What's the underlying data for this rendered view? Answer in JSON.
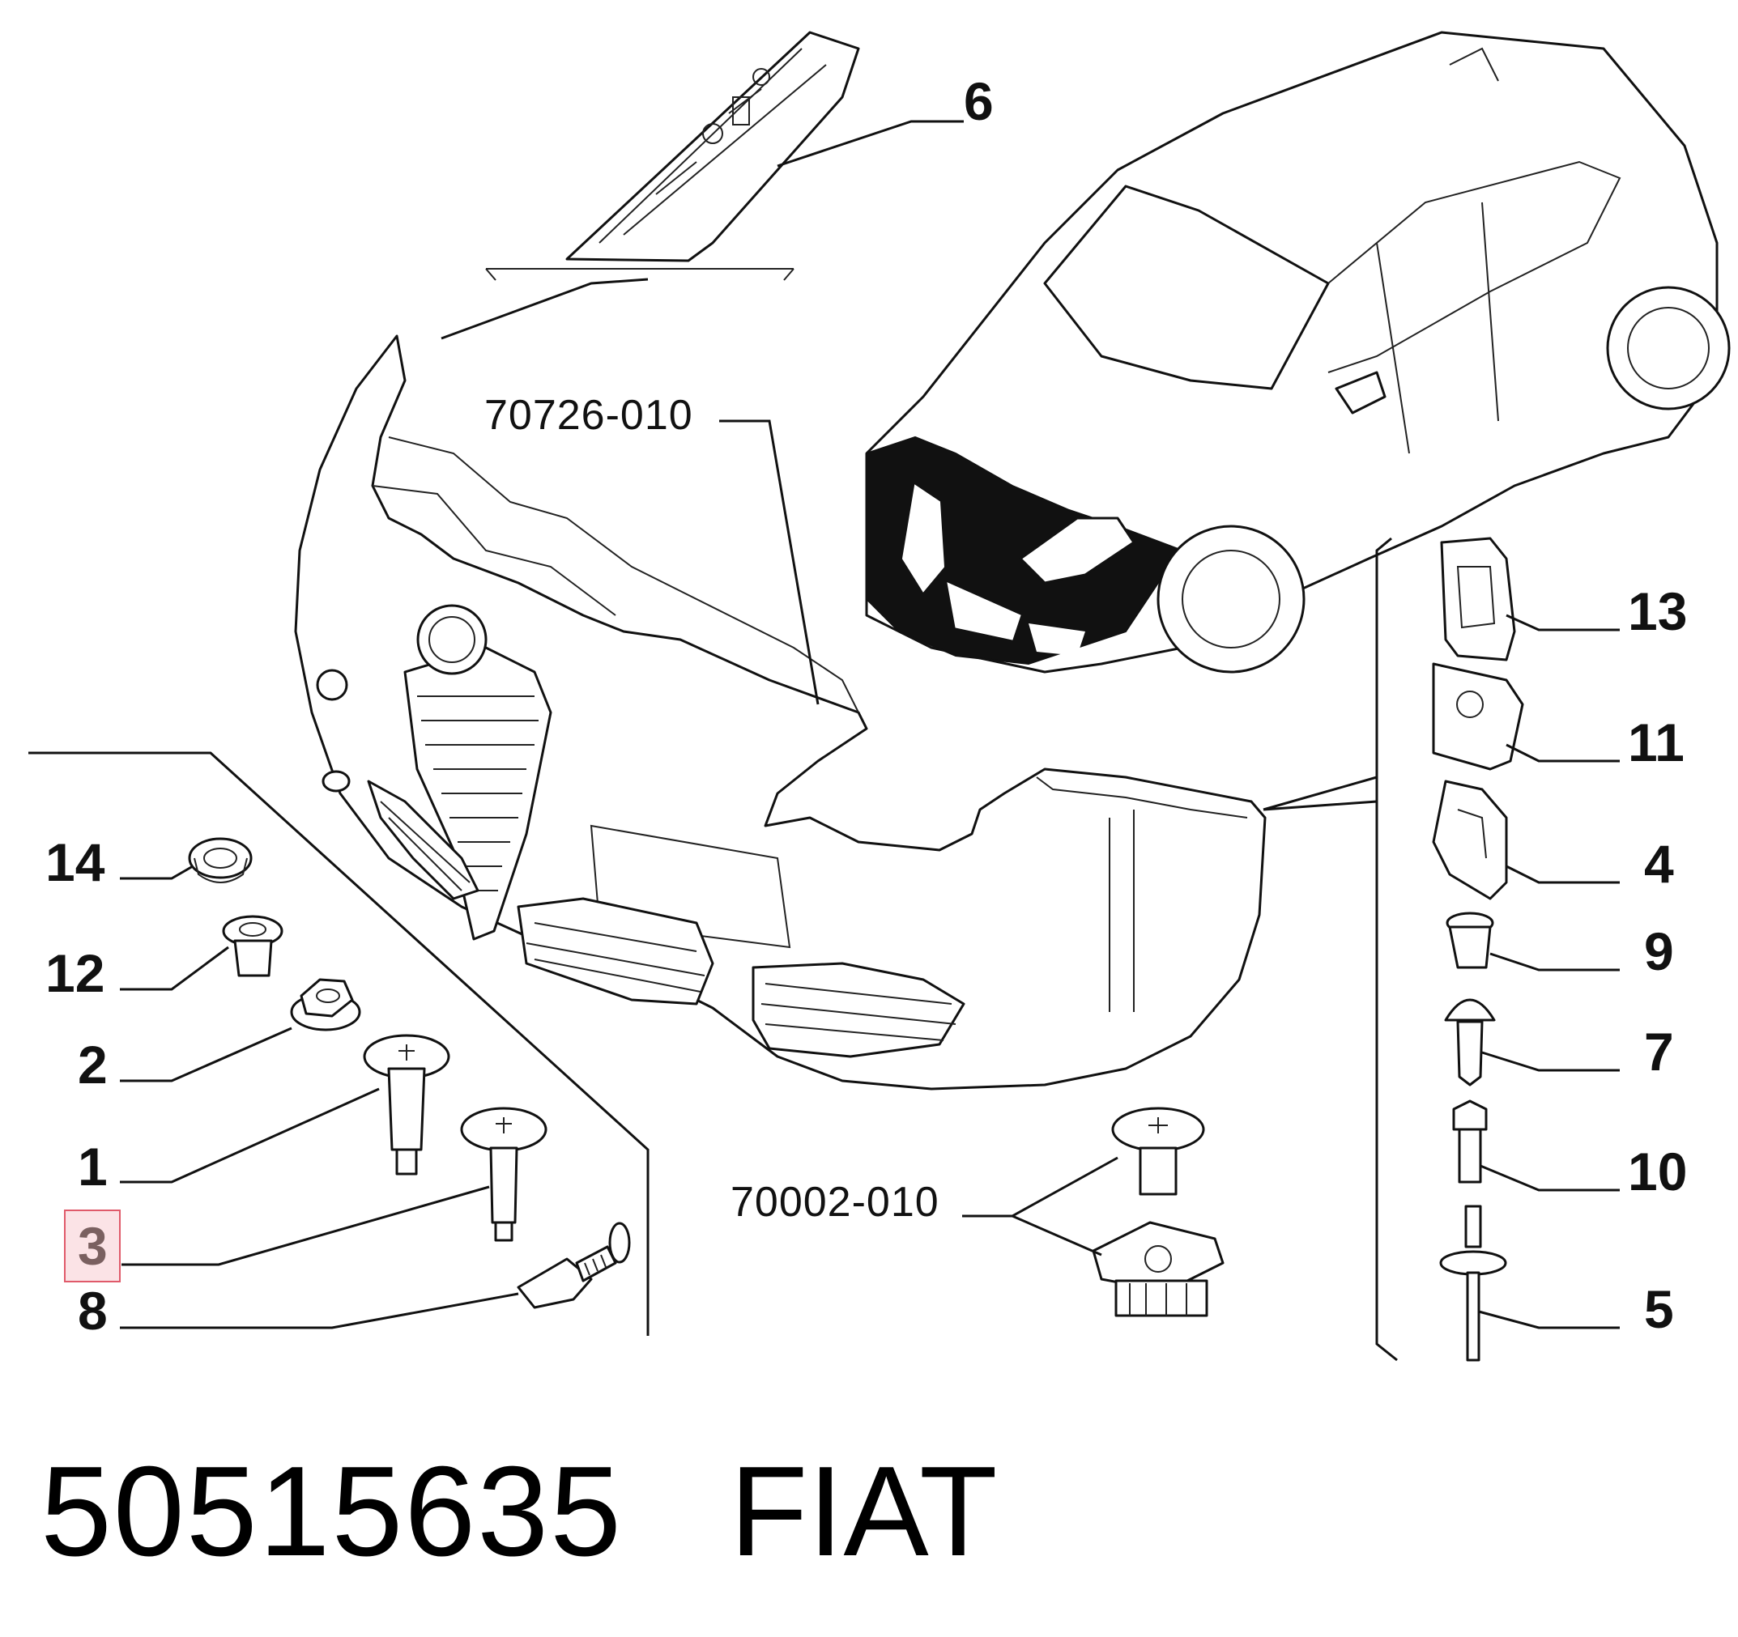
{
  "callouts": {
    "c6": "6",
    "c13": "13",
    "c11": "11",
    "c4": "4",
    "c9": "9",
    "c7": "7",
    "c10": "10",
    "c5": "5",
    "c14": "14",
    "c12": "12",
    "c2": "2",
    "c1": "1",
    "c3": "3",
    "c8": "8"
  },
  "references": {
    "bumper_ref": "70726-010",
    "fastener_ref": "70002-010"
  },
  "footer": {
    "part_number": "50515635",
    "brand": "FIAT"
  },
  "highlight": {
    "selected_callout": "3",
    "border_color": "#e05a6a",
    "fill_color": "#fbe3e6"
  }
}
